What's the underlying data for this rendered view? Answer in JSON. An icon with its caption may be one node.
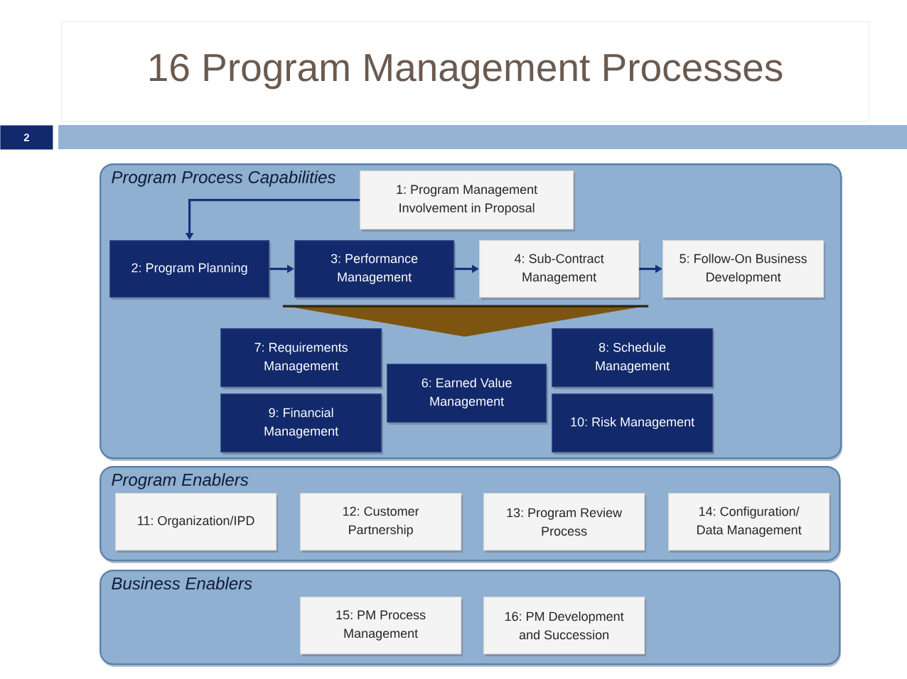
{
  "diagram": {
    "title": "16 Program Management Processes",
    "nodes": [
      {
        "text": [
          "Program Process Capabilities"
        ]
      },
      {
        "text": [
          "1: Program Management Involvement in Proposal"
        ],
        "in": 0
      },
      {
        "text": [
          "2: Program Planning"
        ],
        "in": 0
      },
      {
        "text": [
          "3: Performance Management"
        ],
        "in": 0
      },
      {
        "text": [
          "4: Sub-Contract Management"
        ],
        "in": 0
      },
      {
        "text": [
          "5: Follow-On Business Development"
        ],
        "in": 0
      },
      {
        "text": [
          "7: Requirements Management"
        ],
        "in": 0
      },
      {
        "text": [
          "8: Schedule Management"
        ],
        "in": 0
      },
      {
        "text": [
          "6: Earned Value Management"
        ],
        "in": 0
      },
      {
        "text": [
          "9: Financial Management"
        ],
        "in": 0
      },
      {
        "text": [
          "10: Risk Management"
        ],
        "in": 0
      },
      {
        "text": [
          "Program Enablers"
        ]
      },
      {
        "text": [
          "11: Organization/IPD"
        ],
        "in": 11
      },
      {
        "text": [
          "12: Customer Partnership"
        ],
        "in": 11
      },
      {
        "text": [
          "13: Program Review Process"
        ],
        "in": 11
      },
      {
        "text": [
          "14: Configuration/ Data Management"
        ],
        "in": 11
      },
      {
        "text": [
          "Business Enablers"
        ]
      },
      {
        "text": [
          "15: PM Process Management"
        ],
        "in": 16
      },
      {
        "text": [
          "16: PM Development and Succession"
        ],
        "in": 16
      }
    ],
    "edges": [
      {
        "from": 1,
        "to": 2,
        "arrow": "to"
      },
      {
        "from": 2,
        "to": 3,
        "arrow": "to"
      },
      {
        "from": 3,
        "to": 4,
        "arrow": "to"
      },
      {
        "from": 4,
        "to": 5,
        "arrow": "to"
      }
    ],
    "labels": [
      "2"
    ]
  }
}
